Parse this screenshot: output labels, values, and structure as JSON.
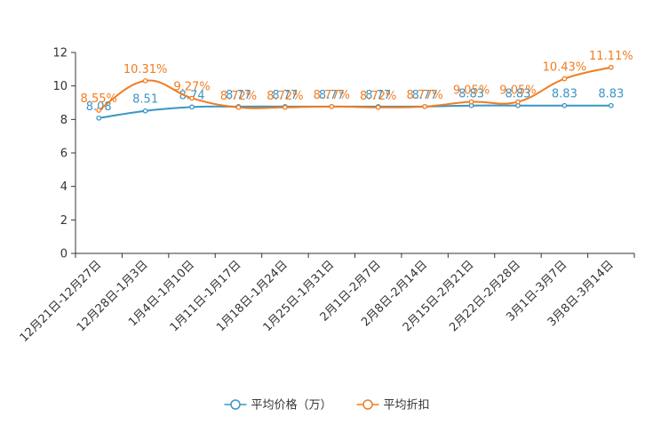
{
  "chart_data": {
    "type": "line",
    "categories": [
      "12月21日-12月27日",
      "12月28日-1月3日",
      "1月4日-1月10日",
      "1月11日-1月17日",
      "1月18日-1月24日",
      "1月25日-1月31日",
      "2月1日-2月7日",
      "2月8日-2月14日",
      "2月15日-2月21日",
      "2月22日-2月28日",
      "3月1日-3月7日",
      "3月8日-3月14日"
    ],
    "series": [
      {
        "name": "平均价格（万）",
        "color": "#3a95c6",
        "values": [
          8.08,
          8.51,
          8.74,
          8.77,
          8.77,
          8.77,
          8.77,
          8.77,
          8.83,
          8.83,
          8.83,
          8.83
        ],
        "labels": [
          "8.08",
          "8.51",
          "8.74",
          "8.77",
          "8.77",
          "8.77",
          "8.77",
          "8.77",
          "8.83",
          "8.83",
          "8.83",
          "8.83"
        ]
      },
      {
        "name": "平均折扣",
        "color": "#f07c21",
        "values": [
          8.55,
          10.31,
          9.27,
          8.72,
          8.72,
          8.77,
          8.72,
          8.77,
          9.05,
          9.05,
          10.43,
          11.11
        ],
        "labels": [
          "8.55%",
          "10.31%",
          "9.27%",
          "8.72%",
          "8.72%",
          "8.77%",
          "8.72%",
          "8.77%",
          "9.05%",
          "9.05%",
          "10.43%",
          "11.11%"
        ]
      }
    ],
    "ylim": [
      0,
      12
    ],
    "yticks": [
      "0",
      "2",
      "4",
      "6",
      "8",
      "10",
      "12"
    ],
    "grid": false,
    "legend_position": "bottom",
    "smooth": true
  }
}
